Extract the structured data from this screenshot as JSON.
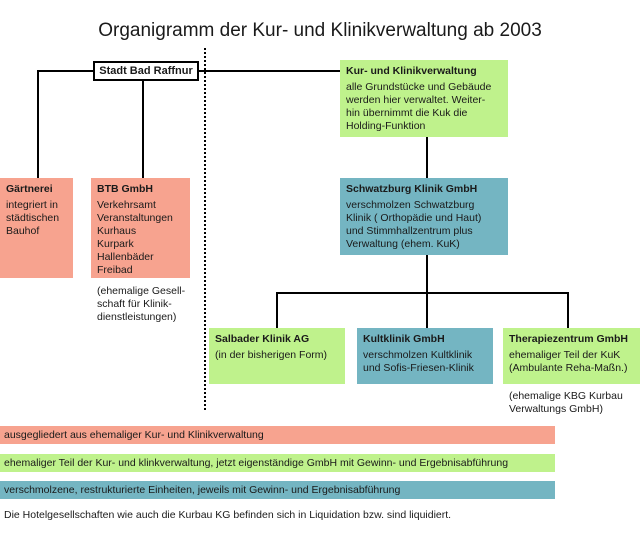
{
  "title": "Organigramm der Kur- und Klinikverwaltung ab 2003",
  "colors": {
    "salmon": "#f7a38f",
    "green": "#bff28c",
    "teal": "#74b5c2"
  },
  "root": {
    "label": "Stadt Bad Raffnur"
  },
  "kur": {
    "head": "Kur- und Klinikverwaltung",
    "lines": [
      "alle Grundstücke und Gebäude",
      "werden hier verwaltet. Weiter-",
      "hin übernimmt die Kuk die",
      "Holding-Funktion"
    ]
  },
  "gaertnerei": {
    "head": "Gärtnerei",
    "lines": [
      "integriert in",
      "städtischen",
      "Bauhof"
    ]
  },
  "btb": {
    "head": "BTB GmbH",
    "lines": [
      "Verkehrsamt",
      "Veranstaltungen",
      "Kurhaus",
      "Kurpark",
      "Hallenbäder",
      "Freibad"
    ],
    "note": [
      "(ehemalige Gesell-",
      "schaft für Klinik-",
      "dienstleistungen)"
    ]
  },
  "schwatzburg": {
    "head": "Schwatzburg Klinik GmbH",
    "lines": [
      "verschmolzen Schwatzburg",
      "Klinik ( Orthopädie und Haut)",
      "und Stimmhallzentrum plus",
      "Verwaltung (ehem. KuK)"
    ]
  },
  "salbader": {
    "head": "Salbader Klinik AG",
    "lines": [
      "(in der bisherigen Form)"
    ]
  },
  "kultklinik": {
    "head": "Kultklinik GmbH",
    "lines": [
      "verschmolzen Kultklinik",
      "und Sofis-Friesen-Klinik"
    ]
  },
  "therapie": {
    "head": "Therapiezentrum GmbH",
    "lines": [
      "ehemaliger Teil der KuK",
      "(Ambulante Reha-Maßn.)"
    ],
    "note": [
      "(ehemalige KBG Kurbau",
      "Verwaltungs GmbH)"
    ]
  },
  "legend": [
    {
      "text": "ausgegliedert aus ehemaliger Kur- und Klinikverwaltung",
      "color": "#f7a38f"
    },
    {
      "text": "ehemaliger Teil der Kur- und klinkverwaltung, jetzt eigenständige GmbH mit Gewinn- und Ergebnisabführung",
      "color": "#bff28c"
    },
    {
      "text": "verschmolzene, restrukturierte Einheiten, jeweils mit Gewinn- und Ergebnisabführung",
      "color": "#74b5c2"
    }
  ],
  "footer": "Die Hotelgesellschaften wie auch die Kurbau KG befinden sich in Liquidation bzw. sind liquidiert."
}
